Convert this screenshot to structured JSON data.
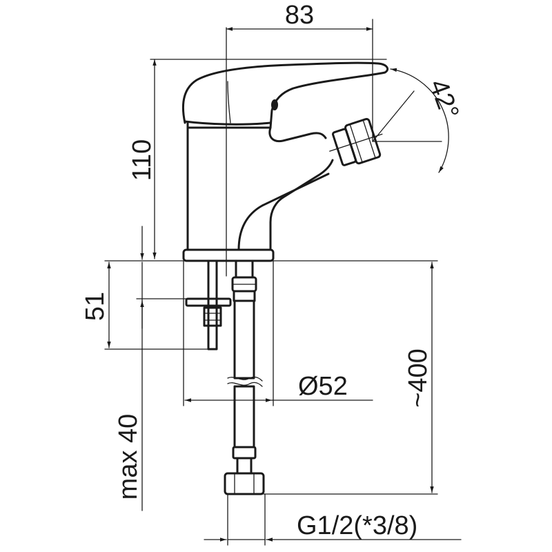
{
  "drawing": {
    "colors": {
      "line": "#1a1a1a",
      "background": "#ffffff"
    },
    "dimensions": {
      "spout_reach": "83",
      "body_height": "110",
      "lever_angle": "42°",
      "flange_height": "51",
      "max_thickness": "max 40",
      "base_diameter": "Ø52",
      "hose_length": "~400",
      "thread": "G1/2(*3/8)"
    }
  }
}
